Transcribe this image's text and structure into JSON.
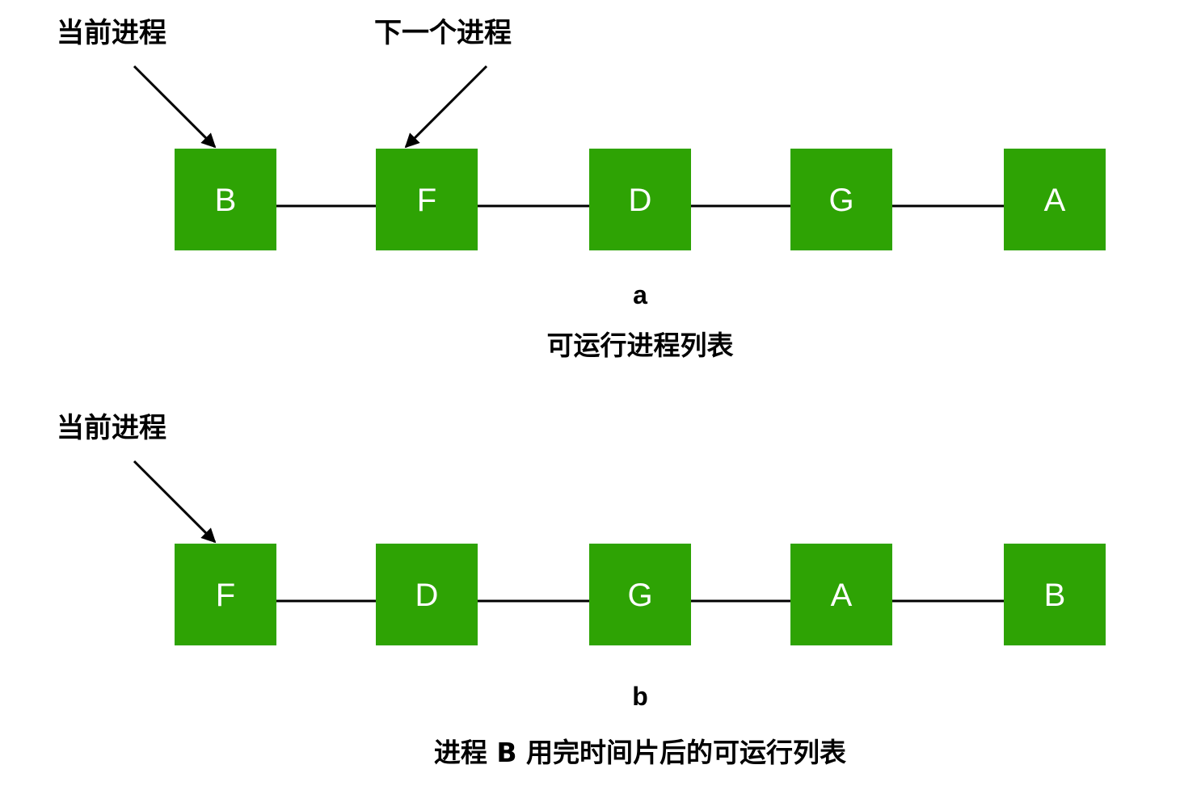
{
  "colors": {
    "node_fill": "#2ea304",
    "node_text": "#ffffff",
    "line": "#000000"
  },
  "panel_a": {
    "pointer_current": "当前进程",
    "pointer_next": "下一个进程",
    "nodes": [
      "B",
      "F",
      "D",
      "G",
      "A"
    ],
    "letter": "a",
    "caption": "可运行进程列表"
  },
  "panel_b": {
    "pointer_current": "当前进程",
    "nodes": [
      "F",
      "D",
      "G",
      "A",
      "B"
    ],
    "letter": "b",
    "caption": "进程 B 用完时间片后的可运行列表"
  }
}
